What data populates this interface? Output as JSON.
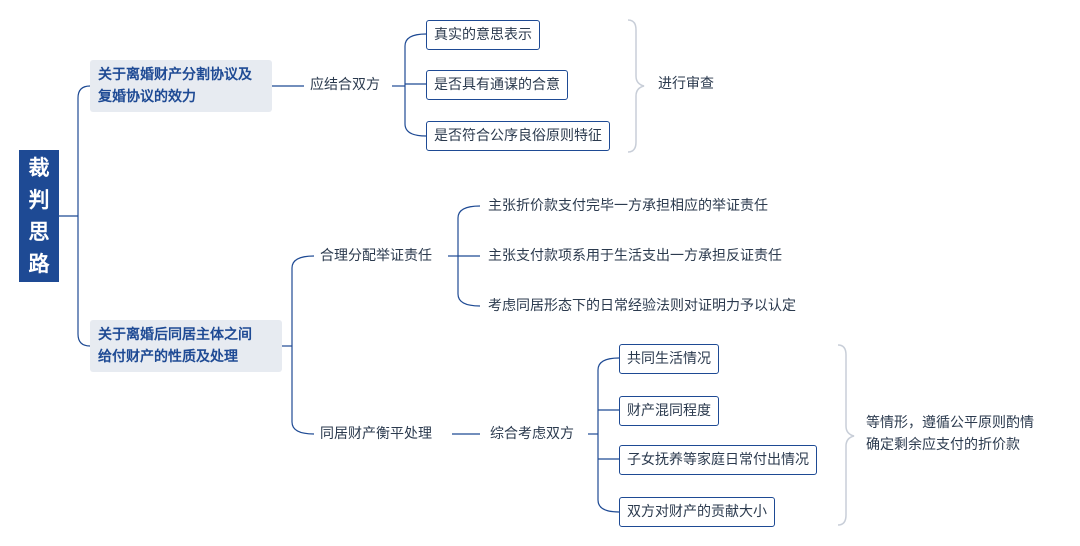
{
  "root": {
    "chars": [
      "裁",
      "判",
      "思",
      "路"
    ]
  },
  "branches": [
    {
      "label_lines": [
        "关于离婚财产分割协议及",
        "复婚协议的效力"
      ],
      "middle": "应结合双方",
      "items": [
        "真实的意思表示",
        "是否具有通谋的合意",
        "是否符合公序良俗原则特征"
      ],
      "summary": "进行审查"
    },
    {
      "label_lines": [
        "关于离婚后同居主体之间",
        "给付财产的性质及处理"
      ],
      "sub": [
        {
          "label": "合理分配举证责任",
          "items": [
            "主张折价款支付完毕一方承担相应的举证责任",
            "主张支付款项系用于生活支出一方承担反证责任",
            "考虑同居形态下的日常经验法则对证明力予以认定"
          ]
        },
        {
          "label": "同居财产衡平处理",
          "middle": "综合考虑双方",
          "items": [
            "共同生活情况",
            "财产混同程度",
            "子女抚养等家庭日常付出情况",
            "双方对财产的贡献大小"
          ],
          "summary_lines": [
            "等情形，遵循公平原则酌情",
            "确定剩余应支付的折价款"
          ]
        }
      ]
    }
  ],
  "colors": {
    "primary": "#1e4a94",
    "box_fill": "#e7ebf1",
    "line": "#1e4a94",
    "brace": "#c8ced8"
  }
}
